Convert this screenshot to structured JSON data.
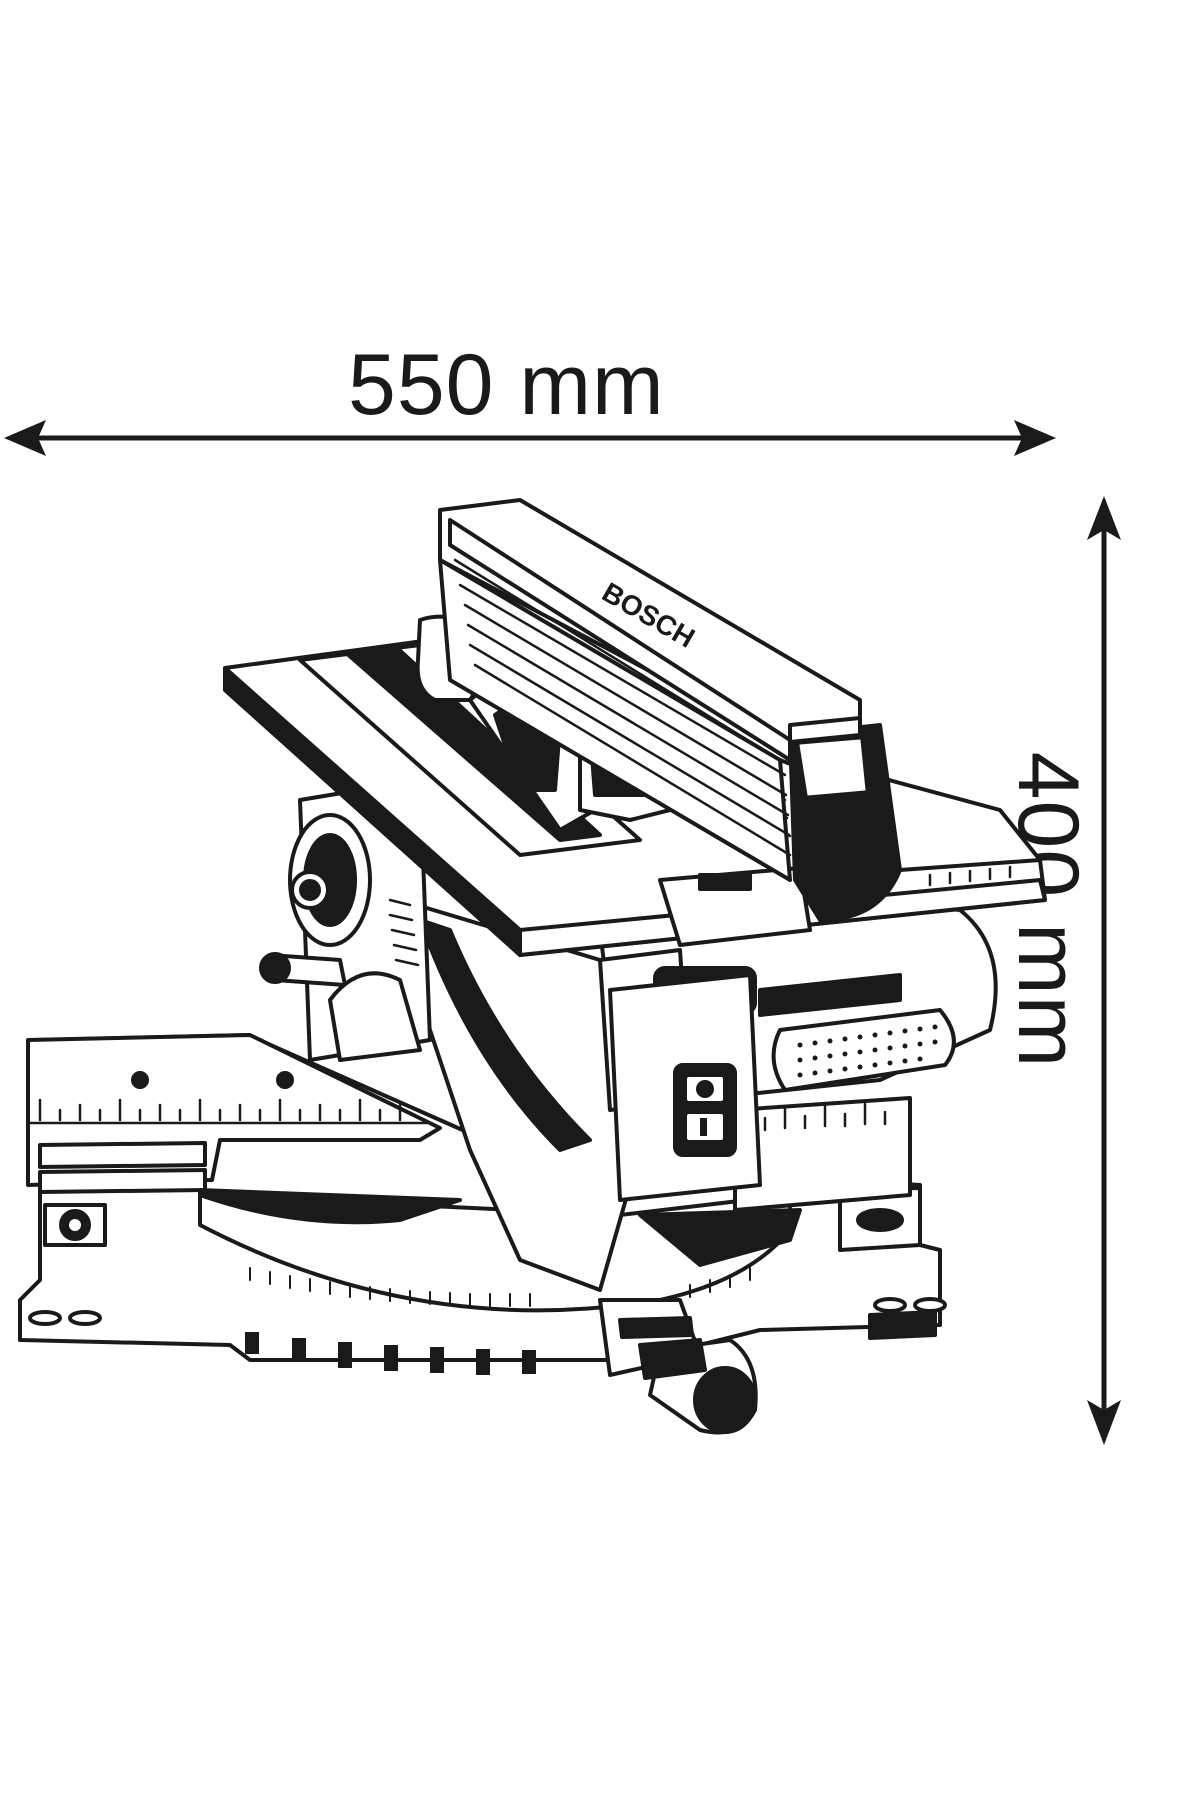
{
  "dimensions": {
    "width_label": "550 mm",
    "height_label": "400 mm"
  },
  "product": {
    "brand_text": "BOSCH"
  },
  "colors": {
    "line": "#1a1a1a",
    "background": "#ffffff"
  }
}
